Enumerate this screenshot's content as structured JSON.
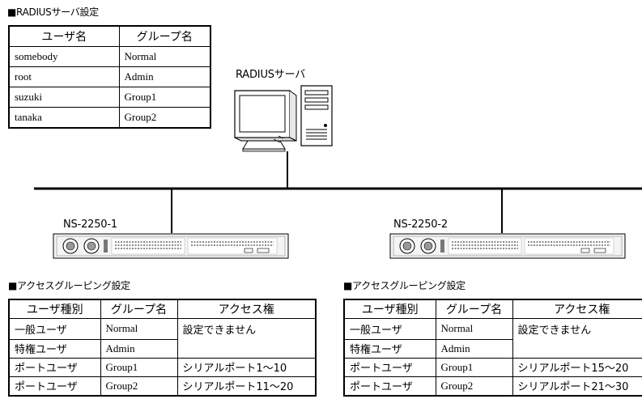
{
  "radius_section": {
    "heading": "■RADIUSサーバ設定",
    "columns": [
      "ユーザ名",
      "グループ名"
    ],
    "rows": [
      [
        "somebody",
        "Normal"
      ],
      [
        "root",
        "Admin"
      ],
      [
        "suzuki",
        "Group1"
      ],
      [
        "tanaka",
        "Group2"
      ]
    ]
  },
  "radius_server": {
    "label": "RADIUSサーバ"
  },
  "device1": {
    "label": "NS-2250-1"
  },
  "device2": {
    "label": "NS-2250-2"
  },
  "access_left": {
    "heading": "■アクセスグルーピング設定",
    "columns": [
      "ユーザ種別",
      "グループ名",
      "アクセス権"
    ],
    "rows": [
      {
        "type": "一般ユーザ",
        "group": "Normal",
        "access": "設定できません"
      },
      {
        "type": "特権ユーザ",
        "group": "Admin",
        "access": ""
      },
      {
        "type": "ポートユーザ",
        "group": "Group1",
        "access": "シリアルポート1～10"
      },
      {
        "type": "ポートユーザ",
        "group": "Group2",
        "access": "シリアルポート11～20"
      }
    ]
  },
  "access_right": {
    "heading": "■アクセスグルーピング設定",
    "columns": [
      "ユーザ種別",
      "グループ名",
      "アクセス権"
    ],
    "rows": [
      {
        "type": "一般ユーザ",
        "group": "Normal",
        "access": "設定できません"
      },
      {
        "type": "特権ユーザ",
        "group": "Admin",
        "access": ""
      },
      {
        "type": "ポートユーザ",
        "group": "Group1",
        "access": "シリアルポート15～20"
      },
      {
        "type": "ポートユーザ",
        "group": "Group2",
        "access": "シリアルポート21～30"
      }
    ]
  }
}
